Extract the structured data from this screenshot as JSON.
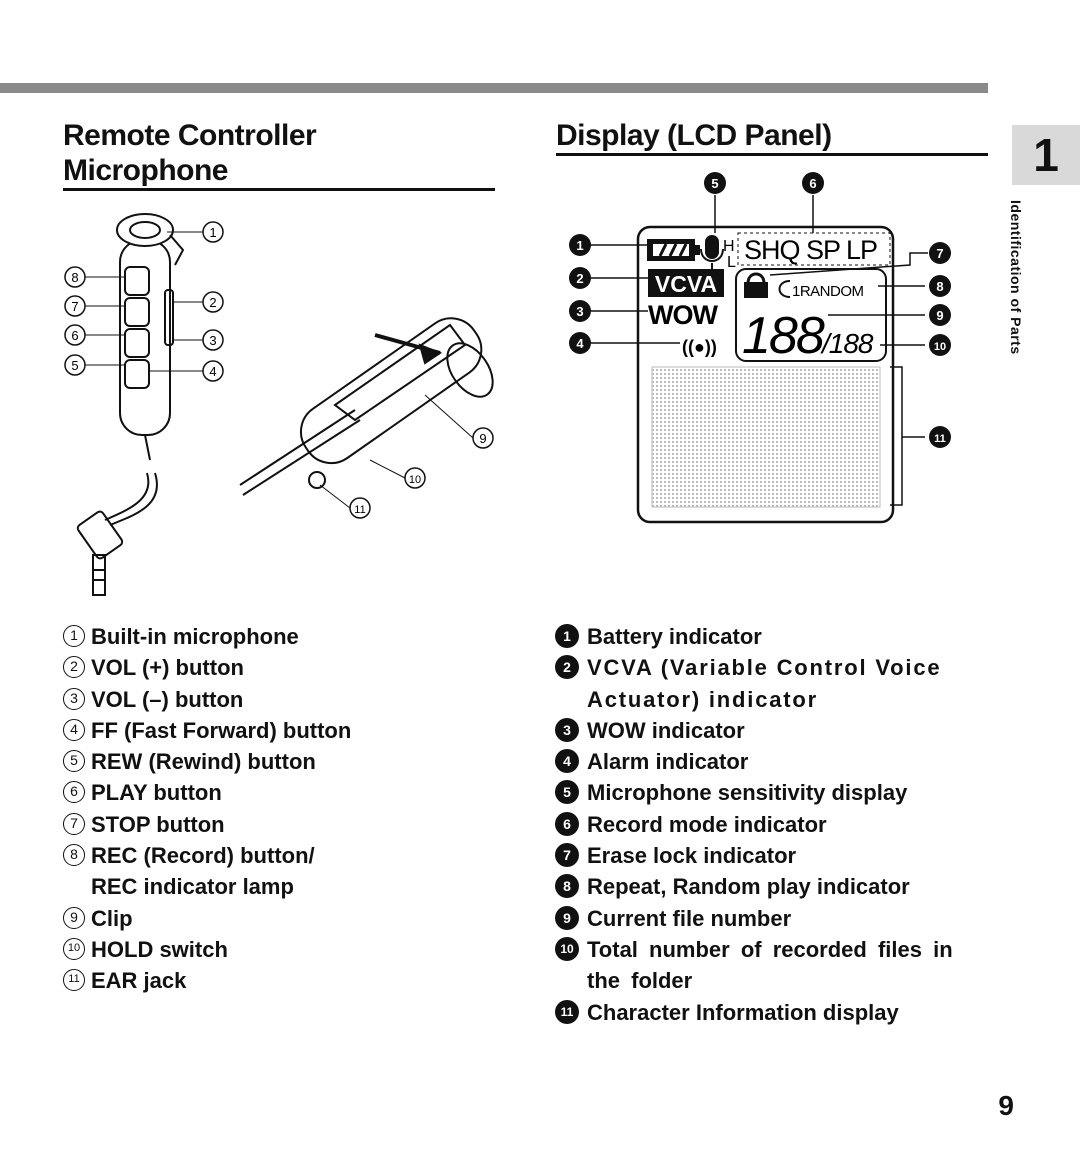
{
  "page": {
    "chapter": "1",
    "side_label": "Identification of Parts",
    "page_number": "9"
  },
  "remote": {
    "heading_line1": "Remote Controller",
    "heading_line2": "Microphone",
    "callouts": [
      "1",
      "2",
      "3",
      "4",
      "5",
      "6",
      "7",
      "8",
      "9",
      "10",
      "11"
    ],
    "items": [
      {
        "n": "1",
        "text": "Built-in microphone"
      },
      {
        "n": "2",
        "text": "VOL (+) button"
      },
      {
        "n": "3",
        "text": "VOL (–) button"
      },
      {
        "n": "4",
        "text": "FF (Fast Forward) button"
      },
      {
        "n": "5",
        "text": "REW (Rewind) button"
      },
      {
        "n": "6",
        "text": "PLAY button"
      },
      {
        "n": "7",
        "text": "STOP button"
      },
      {
        "n": "8",
        "text": "REC (Record) button/ REC indicator lamp"
      },
      {
        "n": "9",
        "text": "Clip"
      },
      {
        "n": "10",
        "text": "HOLD switch"
      },
      {
        "n": "11",
        "text": "EAR jack"
      }
    ]
  },
  "display": {
    "heading": "Display (LCD Panel)",
    "lcd": {
      "sensitivity_h": "H",
      "sensitivity_l": "L",
      "modes": "SHQ SP LP",
      "vcva": "VCVA",
      "wow": "WOW",
      "random": "1RANDOM",
      "digits_big": "188",
      "digits_small": "/188",
      "alarm": "((●))"
    },
    "items": [
      {
        "n": "1",
        "text": "Battery indicator"
      },
      {
        "n": "2",
        "text": "VCVA (Variable Control Voice Actuator) indicator"
      },
      {
        "n": "3",
        "text": "WOW indicator"
      },
      {
        "n": "4",
        "text": "Alarm indicator"
      },
      {
        "n": "5",
        "text": "Microphone sensitivity display"
      },
      {
        "n": "6",
        "text": "Record mode indicator"
      },
      {
        "n": "7",
        "text": "Erase lock indicator"
      },
      {
        "n": "8",
        "text": "Repeat, Random play indicator"
      },
      {
        "n": "9",
        "text": "Current file number"
      },
      {
        "n": "10",
        "text": "Total number of recorded files in the folder"
      },
      {
        "n": "11",
        "text": "Character Information display"
      }
    ]
  }
}
